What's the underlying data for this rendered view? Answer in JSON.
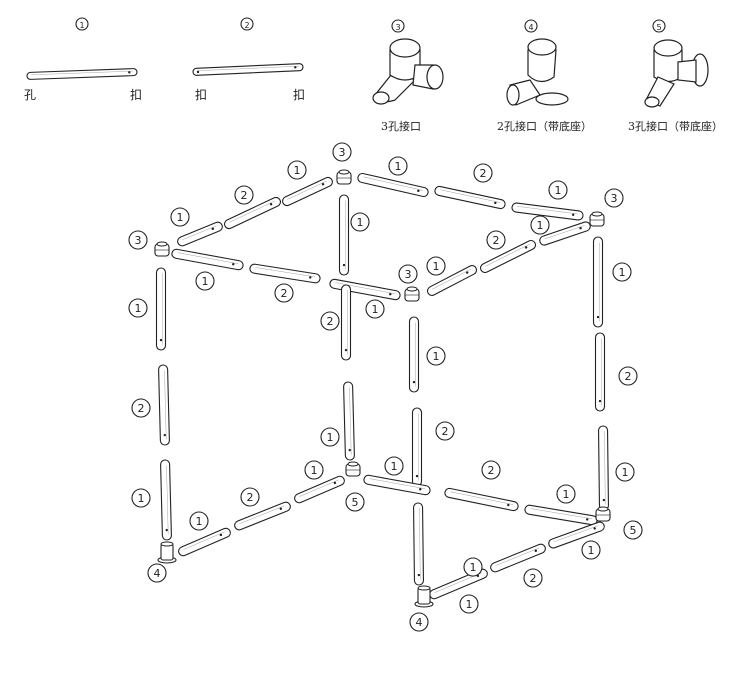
{
  "legend": {
    "items": [
      {
        "num": "①",
        "left_end": "孔",
        "right_end": "扣"
      },
      {
        "num": "②",
        "left_end": "扣",
        "right_end": "扣"
      },
      {
        "num": "③",
        "caption": "3孔接口"
      },
      {
        "num": "④",
        "caption": "2孔接口（带底座）"
      },
      {
        "num": "⑤",
        "caption": "3孔接口（带底座）"
      }
    ]
  },
  "frame": {
    "parts": [
      "1",
      "2",
      "3",
      "4",
      "5"
    ]
  },
  "colors": {
    "stroke": "#222222",
    "fill": "#ffffff"
  }
}
